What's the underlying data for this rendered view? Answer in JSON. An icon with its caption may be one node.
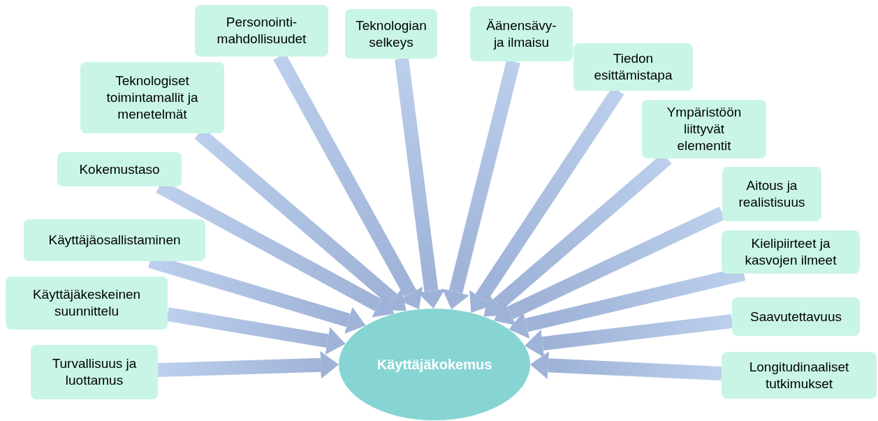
{
  "diagram": {
    "nodes": [
      {
        "text": [
          "Käyttäjäkokemus"
        ]
      },
      {
        "text": [
          "Turvallisuus ja luottamus"
        ]
      },
      {
        "text": [
          "Käyttäjäkeskeinen suunnittelu"
        ]
      },
      {
        "text": [
          "Käyttäjäosallistaminen"
        ]
      },
      {
        "text": [
          "Kokemustaso"
        ]
      },
      {
        "text": [
          "Teknologiset toimintamallit ja menetelmät"
        ]
      },
      {
        "text": [
          "Personointi- mahdollisuudet"
        ]
      },
      {
        "text": [
          "Teknologian selkeys"
        ]
      },
      {
        "text": [
          "Äänensävy- ja ilmaisu"
        ]
      },
      {
        "text": [
          "Tiedon esittämistapa"
        ]
      },
      {
        "text": [
          "Ympäristöön liittyvät elementit"
        ]
      },
      {
        "text": [
          "Aitous ja realistisuus"
        ]
      },
      {
        "text": [
          "Kielipiirteet ja kasvojen ilmeet"
        ]
      },
      {
        "text": [
          "Saavutettavuus"
        ]
      },
      {
        "text": [
          "Longitudinaaliset tutkimukset"
        ]
      }
    ],
    "edges": [
      {
        "from": 1,
        "to": 0,
        "arrow": "to"
      },
      {
        "from": 2,
        "to": 0,
        "arrow": "to"
      },
      {
        "from": 3,
        "to": 0,
        "arrow": "to"
      },
      {
        "from": 4,
        "to": 0,
        "arrow": "to"
      },
      {
        "from": 5,
        "to": 0,
        "arrow": "to"
      },
      {
        "from": 6,
        "to": 0,
        "arrow": "to"
      },
      {
        "from": 7,
        "to": 0,
        "arrow": "to"
      },
      {
        "from": 8,
        "to": 0,
        "arrow": "to"
      },
      {
        "from": 9,
        "to": 0,
        "arrow": "to"
      },
      {
        "from": 10,
        "to": 0,
        "arrow": "to"
      },
      {
        "from": 11,
        "to": 0,
        "arrow": "to"
      },
      {
        "from": 12,
        "to": 0,
        "arrow": "to"
      },
      {
        "from": 13,
        "to": 0,
        "arrow": "to"
      },
      {
        "from": 14,
        "to": 0,
        "arrow": "to"
      }
    ]
  }
}
